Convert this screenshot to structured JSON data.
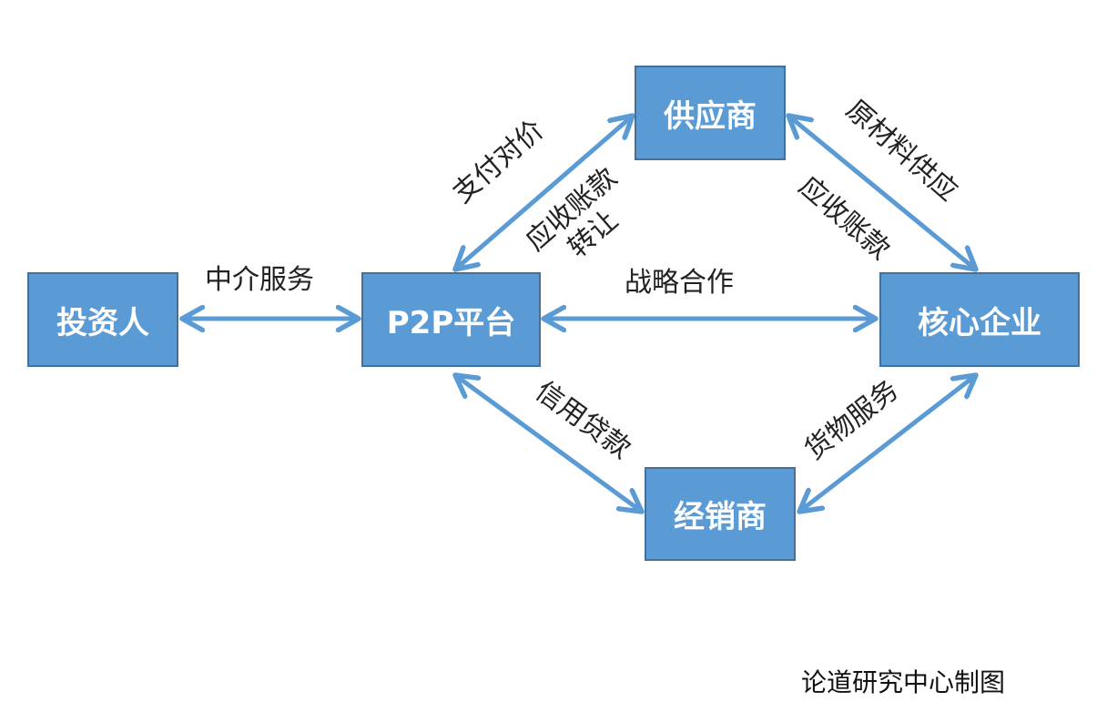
{
  "nodes": {
    "investor": "投资人",
    "platform": "P2P平台",
    "supplier": "供应商",
    "core_enterprise": "核心企业",
    "distributor": "经销商"
  },
  "edges": {
    "investor_platform": "中介服务",
    "platform_core": "战略合作",
    "platform_supplier_pay": "支付对价",
    "platform_supplier_receivable_line1": "应收账款",
    "platform_supplier_receivable_line2": "转让",
    "supplier_core_material": "原材料供应",
    "supplier_core_receivable": "应收账款",
    "platform_distributor": "信用贷款",
    "distributor_core": "货物服务"
  },
  "caption": "论道研究中心制图",
  "colors": {
    "node_fill": "#5b9bd5",
    "node_border": "#41719c",
    "arrow": "#5b9bd5"
  }
}
